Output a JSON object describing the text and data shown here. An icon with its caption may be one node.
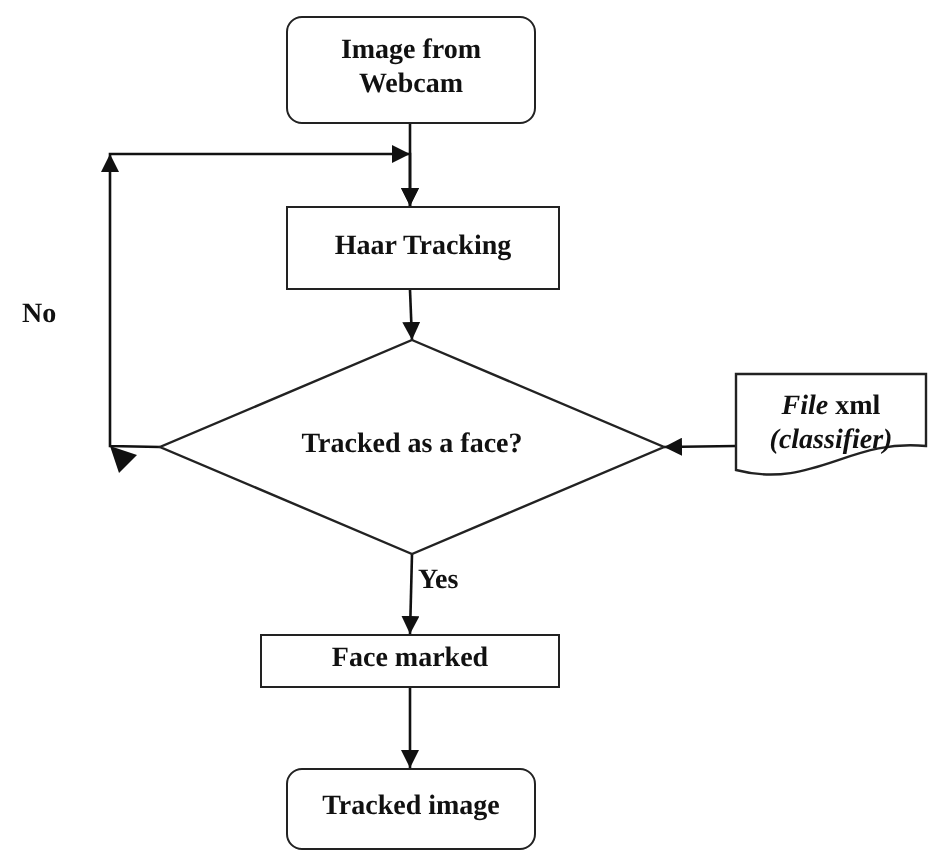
{
  "diagram": {
    "nodes": [
      {
        "text": [
          "Image from Webcam"
        ]
      },
      {
        "text": [
          "Haar Tracking"
        ]
      },
      {
        "text": [
          "Tracked as a face?"
        ]
      },
      {
        "text": [
          "*File* xml",
          "(classifier)"
        ]
      },
      {
        "text": [
          "Face marked"
        ]
      },
      {
        "text": [
          "Tracked image"
        ]
      }
    ],
    "edges": [
      {
        "from": 0,
        "to": 1,
        "arrow": "to"
      },
      {
        "from": 1,
        "to": 2,
        "arrow": "to"
      },
      {
        "from": 2,
        "to": 1,
        "arrow": "to",
        "label": "No"
      },
      {
        "from": 3,
        "to": 2,
        "arrow": "to"
      },
      {
        "from": 2,
        "to": 4,
        "arrow": "to",
        "label": "Yes"
      },
      {
        "from": 4,
        "to": 5,
        "arrow": "to"
      }
    ]
  }
}
